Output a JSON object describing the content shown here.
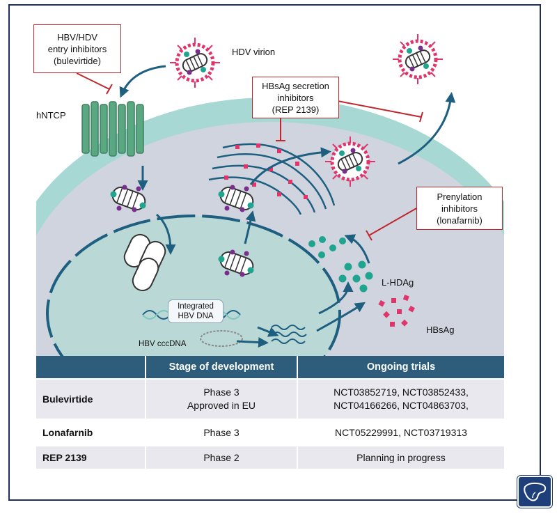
{
  "labels": {
    "entry_box": [
      "HBV/HDV",
      "entry inhibitors",
      "(bulevirtide)"
    ],
    "secretion_box": [
      "HBsAg secretion",
      "inhibitors",
      "(REP 2139)"
    ],
    "prenylation_box": [
      "Prenylation",
      "inhibitors",
      "(lonafarnib)"
    ],
    "hdv_virion": "HDV virion",
    "hntcp": "hNTCP",
    "l_hdag": "L-HDAg",
    "hbsag": "HBsAg",
    "hbv_cccdna": "HBV cccDNA",
    "integrated_dna": [
      "Integrated",
      "HBV DNA"
    ]
  },
  "table": {
    "headers": [
      "",
      "Stage of development",
      "Ongoing  trials"
    ],
    "rows": [
      {
        "name": "Bulevirtide",
        "stage": [
          "Phase 3",
          "Approved in EU"
        ],
        "trials": [
          "NCT03852719, NCT03852433,",
          "NCT04166266, NCT04863703,"
        ]
      },
      {
        "name": "Lonafarnib",
        "stage": [
          "Phase 3"
        ],
        "trials": [
          "NCT05229991, NCT03719313"
        ]
      },
      {
        "name": "REP 2139",
        "stage": [
          "Phase 2"
        ],
        "trials": [
          "Planning in progress"
        ]
      }
    ]
  },
  "colors": {
    "frame": "#1f2f5c",
    "cell_membrane": "#a8d8d4",
    "cytoplasm": "#cfd4de",
    "nucleus": "#b9d8d6",
    "arrow": "#1e5f80",
    "inhibitor": "#c0262d",
    "hbsag_particle": "#e0356b",
    "hdag_particle": "#1fa58f",
    "receptor": "#4e9a78",
    "table_header": "#2d5d7b"
  },
  "icons": [
    "liver-logo-icon"
  ]
}
